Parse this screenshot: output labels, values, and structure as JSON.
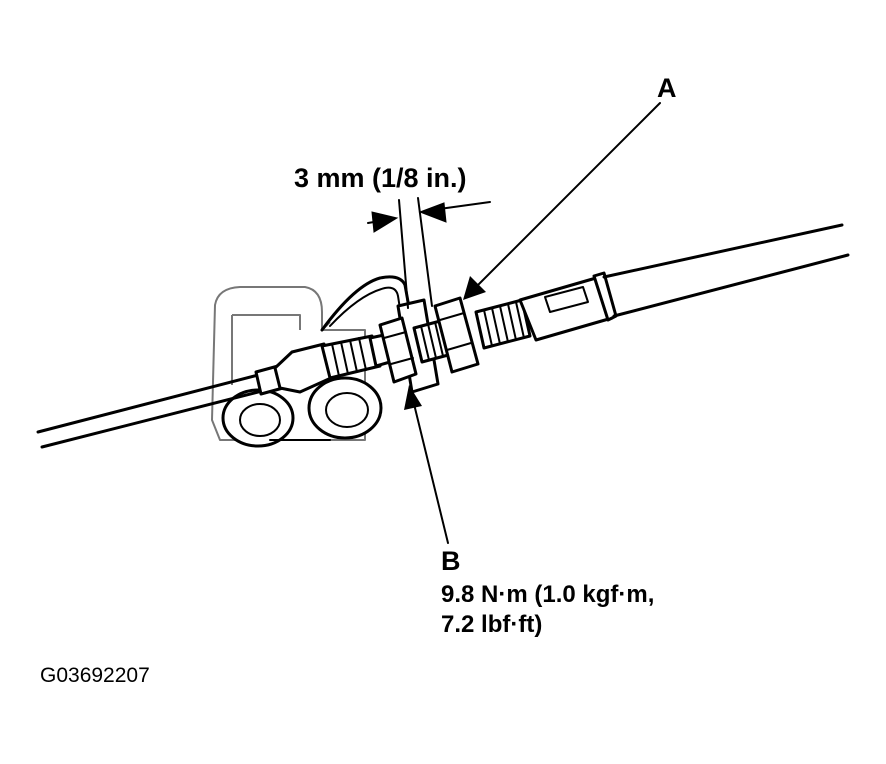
{
  "labels": {
    "a": "A",
    "gap": "3 mm (1/8 in.)",
    "b": "B",
    "torque_line1": "9.8 N·m (1.0 kgf·m,",
    "torque_line2": "7.2 lbf·ft)",
    "figure_code": "G03692207"
  }
}
